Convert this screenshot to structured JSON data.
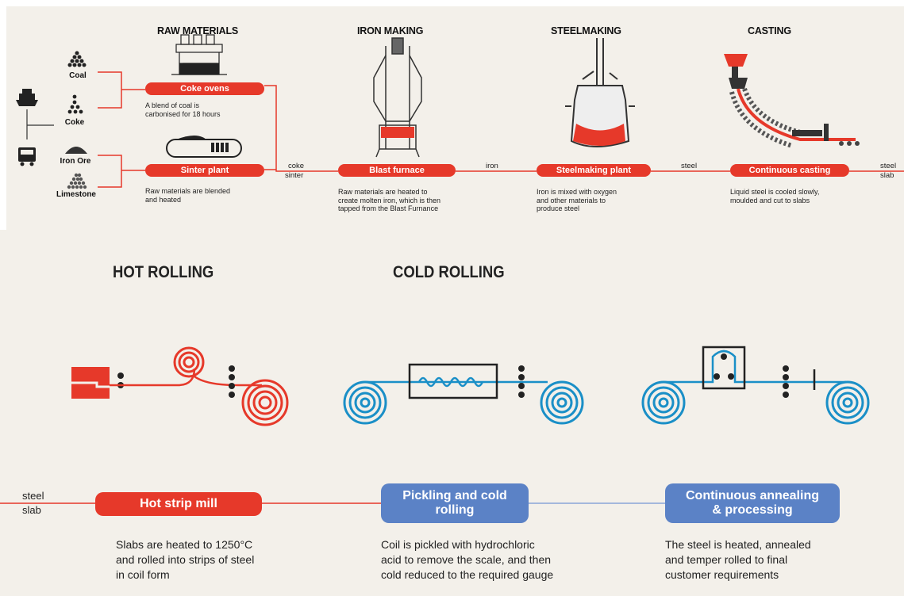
{
  "top": {
    "stages": {
      "raw_materials": "RAW MATERIALS",
      "iron_making": "IRON MAKING",
      "steelmaking": "STEELMAKING",
      "casting": "CASTING"
    },
    "materials": {
      "coal": "Coal",
      "coke": "Coke",
      "iron_ore": "Iron Ore",
      "limestone": "Limestone"
    },
    "processes": {
      "coke_ovens": {
        "label": "Coke ovens",
        "desc": [
          "A blend of coal is",
          "carbonised for 18 hours"
        ]
      },
      "sinter_plant": {
        "label": "Sinter plant",
        "desc": [
          "Raw materials are blended",
          "and heated"
        ]
      },
      "blast_furnace": {
        "label": "Blast furnace",
        "desc": [
          "Raw materials are heated to",
          "create molten iron, which is then",
          "tapped from the Blast Furnance"
        ]
      },
      "steelmaking_plant": {
        "label": "Steelmaking plant",
        "desc": [
          "Iron is mixed with oxygen",
          "and other materials to",
          "produce steel"
        ]
      },
      "continuous_casting": {
        "label": "Continuous casting",
        "desc": [
          "Liquid steel is cooled slowly,",
          "moulded and cut to slabs"
        ]
      }
    },
    "flows": {
      "coke": "coke",
      "sinter": "sinter",
      "iron": "iron",
      "steel_a": "steel",
      "steel_b": "steel",
      "slab": "slab"
    }
  },
  "bottom": {
    "stages": {
      "hot_rolling": "HOT ROLLING",
      "cold_rolling": "COLD ROLLING"
    },
    "flows": {
      "steel": "steel",
      "slab": "slab"
    },
    "processes": {
      "hot_strip_mill": {
        "label": "Hot strip mill",
        "desc": [
          "Slabs are heated to 1250°C",
          "and rolled into strips of steel",
          "in coil form"
        ]
      },
      "pickling": {
        "label_1": "Pickling and cold",
        "label_2": "rolling",
        "desc": [
          "Coil is pickled with hydrochloric",
          "acid to remove the scale, and then",
          "cold reduced to the required gauge"
        ]
      },
      "annealing": {
        "label_1": "Continuous annealing",
        "label_2": "& processing",
        "desc": [
          "The steel is heated, annealed",
          "and temper rolled to final",
          "customer requirements"
        ]
      }
    },
    "colors": {
      "red": "#e6392a",
      "blue": "#1a8fc7",
      "pill_blue": "#5b82c6",
      "line_blue": "#8aa6d8"
    }
  }
}
